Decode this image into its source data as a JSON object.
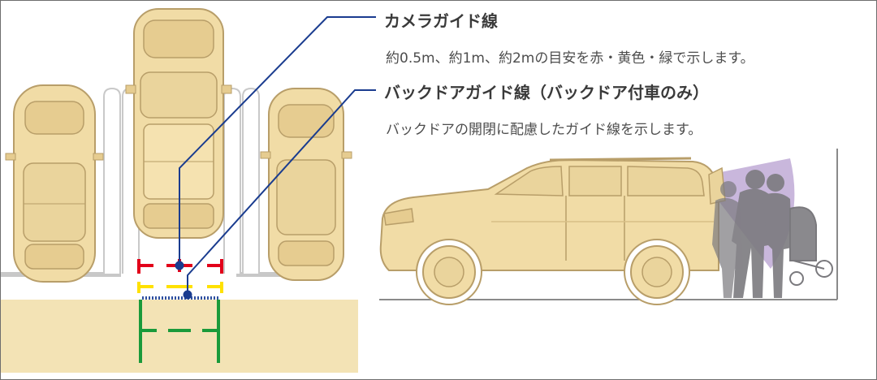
{
  "captions": {
    "camera_guide_title": "カメラガイド線",
    "camera_guide_desc": "約0.5m、約1m、約2mの目安を赤・黄色・緑で示します。",
    "backdoor_guide_title": "バックドアガイド線（バックドア付車のみ）",
    "backdoor_guide_desc": "バックドアの開閉に配慮したガイド線を示します。"
  },
  "colors": {
    "car_body": "#f1dca6",
    "car_outline": "#b89e69",
    "ground": "#f3e3b5",
    "leader_line": "#1a3c8f",
    "guide_red": "#e2001a",
    "guide_yellow": "#ffe100",
    "guide_green": "#1a9a3a",
    "backdoor_dotted": "#2e4fa0",
    "swing_area": "#b79fd0",
    "people_silhouette": "#7c7b7f"
  },
  "icons": {
    "people": "people-silhouette-icon",
    "stroller": "stroller-icon"
  }
}
